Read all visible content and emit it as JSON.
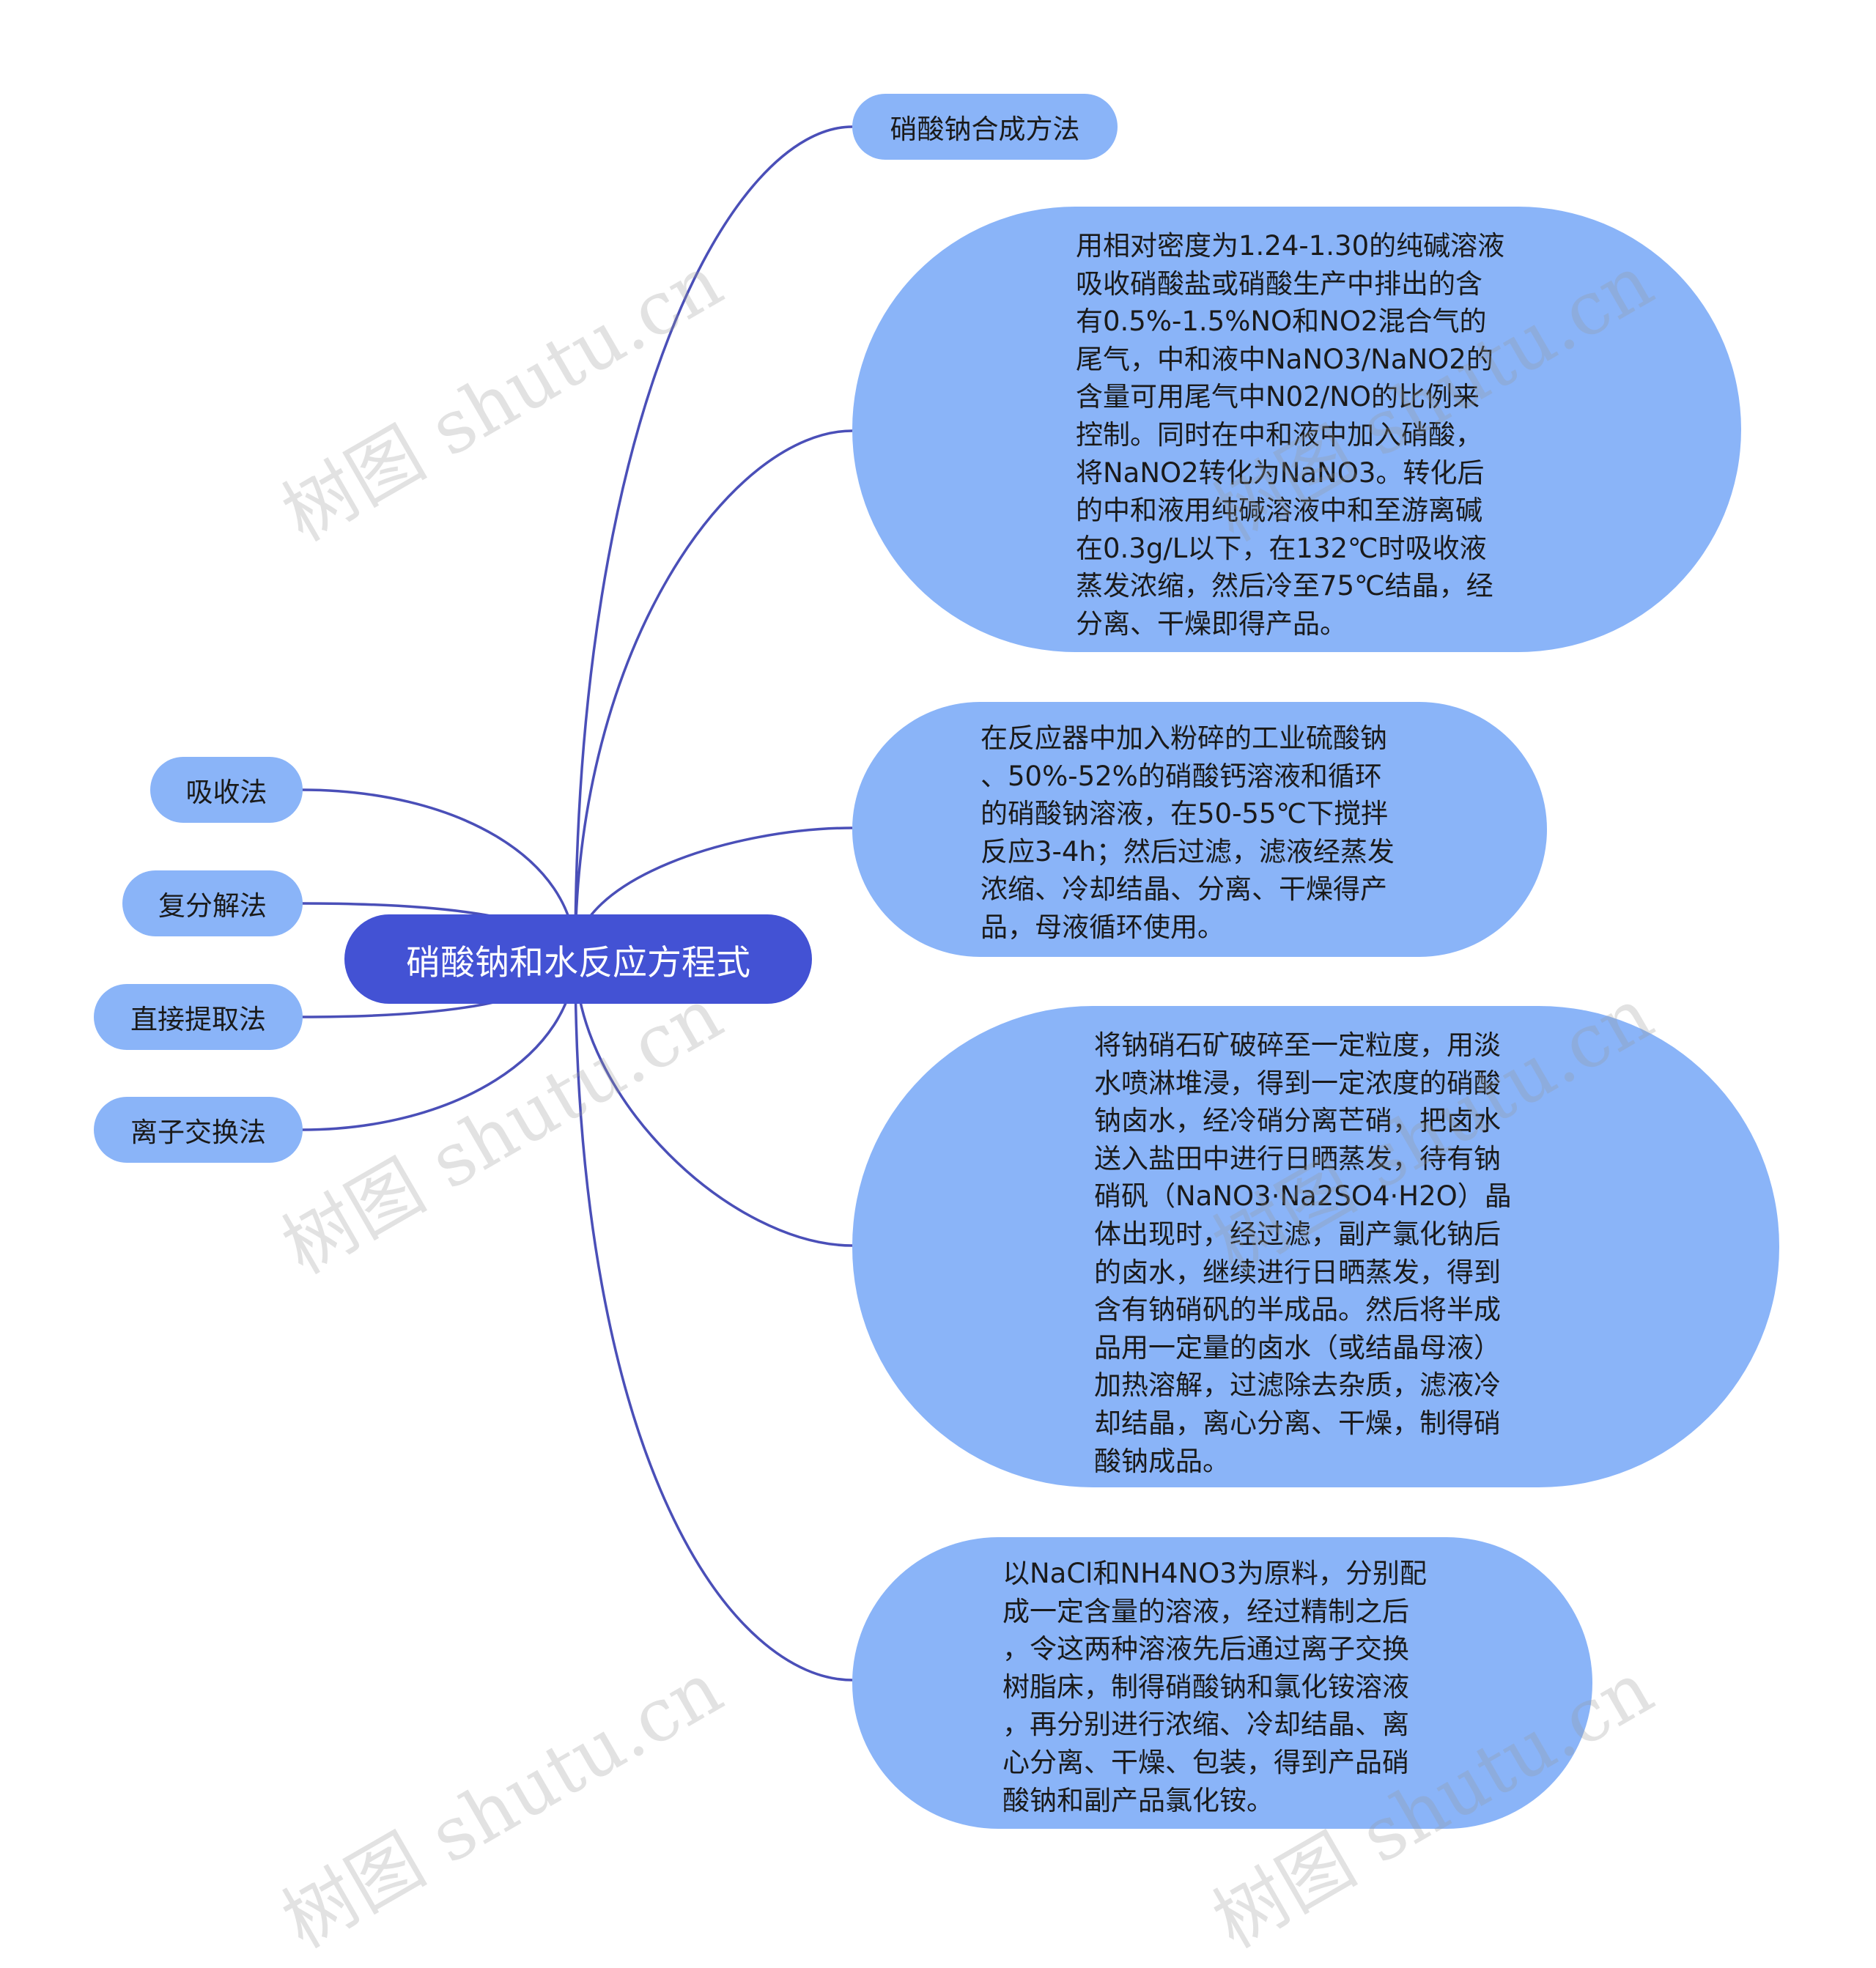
{
  "root": {
    "label": "硝酸钠和水反应方程式"
  },
  "left_branches": [
    {
      "label": "吸收法"
    },
    {
      "label": "复分解法"
    },
    {
      "label": "直接提取法"
    },
    {
      "label": "离子交换法"
    }
  ],
  "right_branches": [
    {
      "label": "硝酸钠合成方法"
    },
    {
      "text": "用相对密度为1.24-1.30的纯碱溶液\n吸收硝酸盐或硝酸生产中排出的含\n有0.5%-1.5%NO和NO2混合气的\n尾气，中和液中NaNO3/NaNO2的\n含量可用尾气中N02/NO的比例来\n控制。同时在中和液中加入硝酸，\n将NaNO2转化为NaNO3。转化后\n的中和液用纯碱溶液中和至游离碱\n在0.3g/L以下，在132℃时吸收液\n蒸发浓缩，然后冷至75℃结晶，经\n分离、干燥即得产品。"
    },
    {
      "text": "在反应器中加入粉碎的工业硫酸钠\n、50%-52%的硝酸钙溶液和循环\n的硝酸钠溶液，在50-55℃下搅拌\n反应3-4h；然后过滤，滤液经蒸发\n浓缩、冷却结晶、分离、干燥得产\n品，母液循环使用。"
    },
    {
      "text": "将钠硝石矿破碎至一定粒度，用淡\n水喷淋堆浸，得到一定浓度的硝酸\n钠卤水，经冷硝分离芒硝，把卤水\n送入盐田中进行日晒蒸发，待有钠\n硝矾（NaNO3·Na2SO4·H2O）晶\n体出现时，经过滤，副产氯化钠后\n的卤水，继续进行日晒蒸发，得到\n含有钠硝矾的半成品。然后将半成\n品用一定量的卤水（或结晶母液）\n加热溶解，过滤除去杂质，滤液冷\n却结晶，离心分离、干燥，制得硝\n酸钠成品。"
    },
    {
      "text": "以NaCl和NH4NO3为原料，分别配\n成一定含量的溶液，经过精制之后\n，令这两种溶液先后通过离子交换\n树脂床，制得硝酸钠和氯化铵溶液\n，再分别进行浓缩、冷却结晶、离\n心分离、干燥、包装，得到产品硝\n酸钠和副产品氯化铵。"
    }
  ],
  "watermark": {
    "text": "树图 shutu.cn"
  },
  "colors": {
    "root": "#4352d4",
    "node": "#8ab4f8",
    "edge": "#4a4fb8"
  }
}
